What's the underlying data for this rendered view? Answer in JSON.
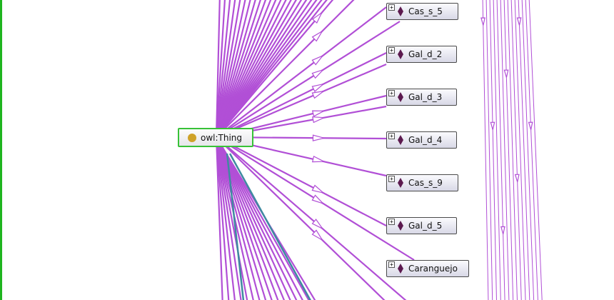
{
  "colors": {
    "edge": "#b14fd6",
    "edge_dark": "#9a3fc2",
    "edge_teal": "#3f8aa0",
    "frame_green": "#1fb51f",
    "thing_border": "#38c238",
    "individual_diamond": "#5c1a4f",
    "class_dot": "#cfa228"
  },
  "root": {
    "label": "owl:Thing",
    "icon": "class-circle-icon"
  },
  "nodes": [
    {
      "label": "Cas_s_5",
      "icon": "individual-diamond-icon",
      "expand": "+"
    },
    {
      "label": "Gal_d_2",
      "icon": "individual-diamond-icon",
      "expand": "+"
    },
    {
      "label": "Gal_d_3",
      "icon": "individual-diamond-icon",
      "expand": "+"
    },
    {
      "label": "Gal_d_4",
      "icon": "individual-diamond-icon",
      "expand": "+"
    },
    {
      "label": "Cas_s_9",
      "icon": "individual-diamond-icon",
      "expand": "+"
    },
    {
      "label": "Gal_d_5",
      "icon": "individual-diamond-icon",
      "expand": "+"
    },
    {
      "label": "Caranguejo",
      "icon": "individual-diamond-icon",
      "expand": "+"
    }
  ]
}
